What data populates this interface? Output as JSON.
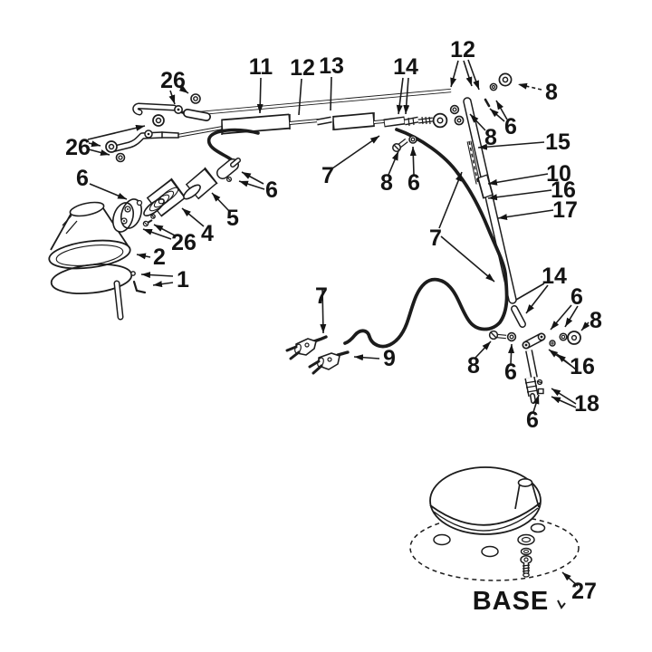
{
  "diagram": {
    "type": "exploded-parts-diagram",
    "base_caption": "BASE",
    "colors": {
      "ink": "#1c1c1c",
      "paper": "#ffffff"
    },
    "callouts": [
      {
        "id": "26-top-lever",
        "part": "26"
      },
      {
        "id": "11-arm-tube",
        "part": "11"
      },
      {
        "id": "12-rod-left",
        "part": "12"
      },
      {
        "id": "13-arm-sleeve",
        "part": "13"
      },
      {
        "id": "14-arm-fitting",
        "part": "14"
      },
      {
        "id": "12-rod-right",
        "part": "12"
      },
      {
        "id": "8-top-washer",
        "part": "8"
      },
      {
        "id": "6-hinge-nuts",
        "part": "6"
      },
      {
        "id": "8-hinge-pivot",
        "part": "8"
      },
      {
        "id": "15-strut-upper",
        "part": "15"
      },
      {
        "id": "10-strut-tube",
        "part": "10"
      },
      {
        "id": "16-strut-collar",
        "part": "16"
      },
      {
        "id": "17-strut-lower",
        "part": "17"
      },
      {
        "id": "26-left-fasteners",
        "part": "26"
      },
      {
        "id": "6-shade-bracket",
        "part": "6"
      },
      {
        "id": "2-shade",
        "part": "2"
      },
      {
        "id": "26-bracket-screws",
        "part": "26"
      },
      {
        "id": "4-socket-shell",
        "part": "4"
      },
      {
        "id": "5-socket-cover",
        "part": "5"
      },
      {
        "id": "6-socket-parts",
        "part": "6"
      },
      {
        "id": "1-shade-ring",
        "part": "1"
      },
      {
        "id": "7-cord-arm",
        "part": "7"
      },
      {
        "id": "8-arm-screw",
        "part": "8"
      },
      {
        "id": "6-arm-washer",
        "part": "6"
      },
      {
        "id": "7-cord-strut",
        "part": "7"
      },
      {
        "id": "7-cord-plug",
        "part": "7"
      },
      {
        "id": "9-plug",
        "part": "9"
      },
      {
        "id": "14-lower-fitting",
        "part": "14"
      },
      {
        "id": "6-elbow-rings",
        "part": "6"
      },
      {
        "id": "8-elbow-grommet",
        "part": "8"
      },
      {
        "id": "8-elbow-screw",
        "part": "8"
      },
      {
        "id": "6-elbow-washer",
        "part": "6"
      },
      {
        "id": "16-elbow-link",
        "part": "16"
      },
      {
        "id": "18-lower-tube",
        "part": "18"
      },
      {
        "id": "6-lower-screws",
        "part": "6"
      },
      {
        "id": "27-base",
        "part": "27"
      }
    ]
  }
}
